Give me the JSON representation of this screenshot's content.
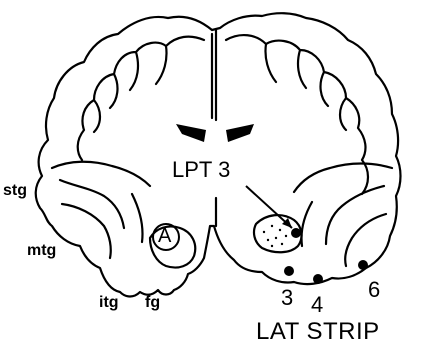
{
  "labels": {
    "stg": "stg",
    "mtg": "mtg",
    "itg": "itg",
    "fg": "fg",
    "amygdala": "A",
    "lpt": "LPT 3",
    "contact3": "3",
    "contact4": "4",
    "contact6": "6",
    "lat_strip": "LAT STRIP"
  },
  "colors": {
    "ink": "#000000",
    "background": "#ffffff"
  }
}
